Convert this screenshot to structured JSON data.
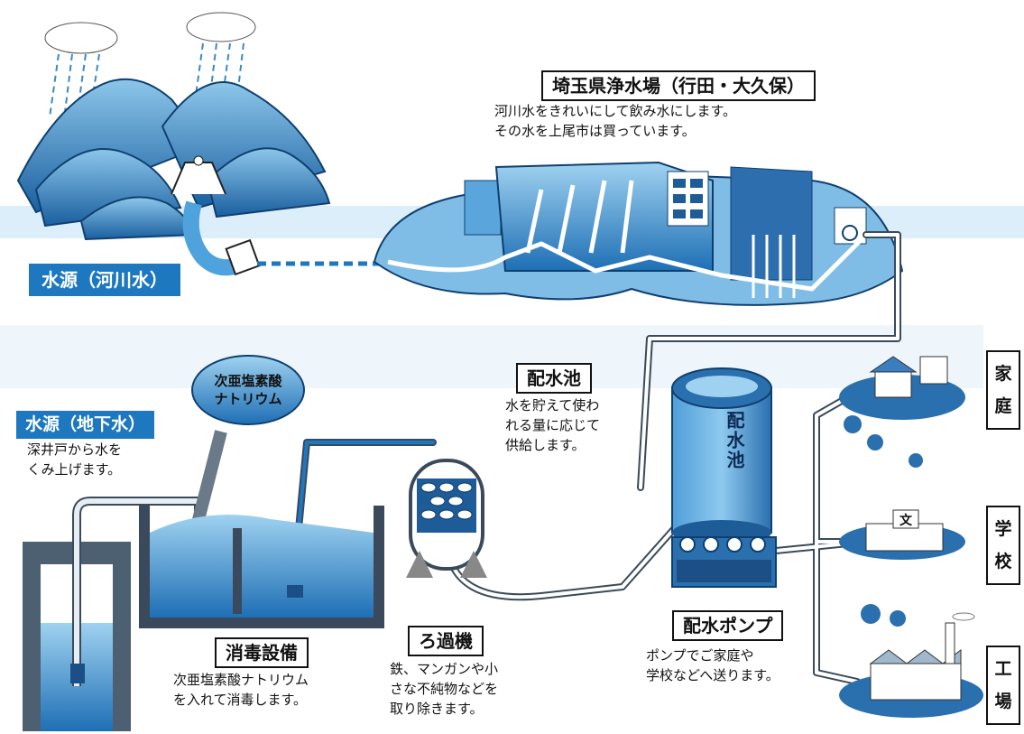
{
  "title_plant": "埼玉県浄水場（行田・大久保）",
  "plant_desc": [
    "河川水をきれいにして飲み水にします。",
    "その水を上尾市は買っています。"
  ],
  "source_river": "水源（河川水）",
  "source_ground": "水源（地下水）",
  "ground_desc": [
    "深井戸から水を",
    "くみ上げます。"
  ],
  "chem_bubble": [
    "次亜塩素酸",
    "ナトリウム"
  ],
  "disinfect_title": "消毒設備",
  "disinfect_desc": [
    "次亜塩素酸ナトリウム",
    "を入れて消毒します。"
  ],
  "filter_title": "ろ過機",
  "filter_desc": [
    "鉄、マンガンや小",
    "さな不純物などを",
    "取り除きます。"
  ],
  "reservoir_title": "配水池",
  "reservoir_desc": [
    "水を貯えて使わ",
    "れる量に応じて",
    "供給します。"
  ],
  "reservoir_tank_label": "配水池",
  "pump_title": "配水ポンプ",
  "pump_desc": [
    "ポンプでご家庭や",
    "学校などへ送ります。"
  ],
  "school_sign": "文",
  "dest": {
    "home": "家庭",
    "school": "学校",
    "factory": "工場"
  },
  "colors": {
    "water": "#1e78c0",
    "light": "#bfe0f4",
    "pipe_edge": "#3a4a5c",
    "dark": "#1b4f86"
  }
}
